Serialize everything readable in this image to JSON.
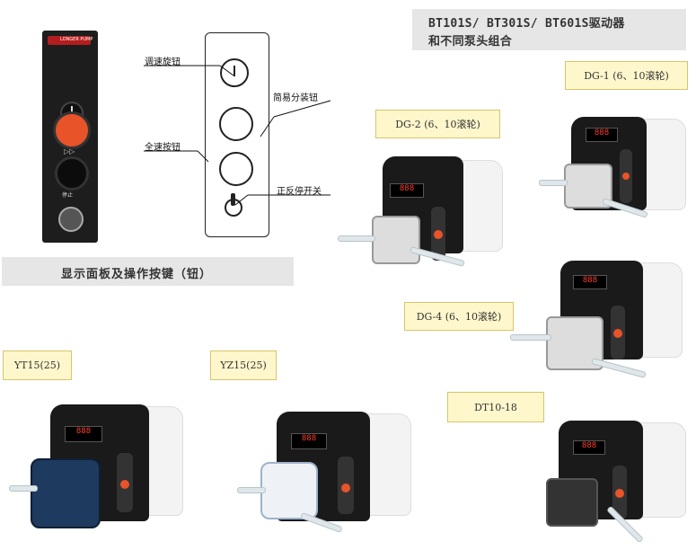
{
  "title": {
    "line1": "BT101S/ BT301S/ BT601S驱动器",
    "line2": "和不同泵头组合"
  },
  "panel_section": {
    "heading": "显示面板及操作按键（钮）",
    "logo_text": "LONGER PUMP",
    "stop_label": "停止",
    "ff_symbol": "▷▷"
  },
  "diagram_labels": {
    "speed_knob": "调速旋钮",
    "easy_dispense": "简易分装钮",
    "full_speed": "全速按钮",
    "direction_switch": "正反停开关"
  },
  "pump_labels": {
    "dg1": "DG-1 (6、10滚轮)",
    "dg2": "DG-2 (6、10滚轮)",
    "dg4": "DG-4 (6、10滚轮)",
    "dt10": "DT10-18",
    "yt15": "YT15(25)",
    "yz15": "YZ15(25)"
  },
  "display_reading": "888",
  "colors": {
    "heading_bg": "#e6e6e6",
    "label_bg": "#fff7cc",
    "label_border": "#d9c46a",
    "accent_orange": "#e8532a",
    "display_red": "#ff3b2b"
  }
}
